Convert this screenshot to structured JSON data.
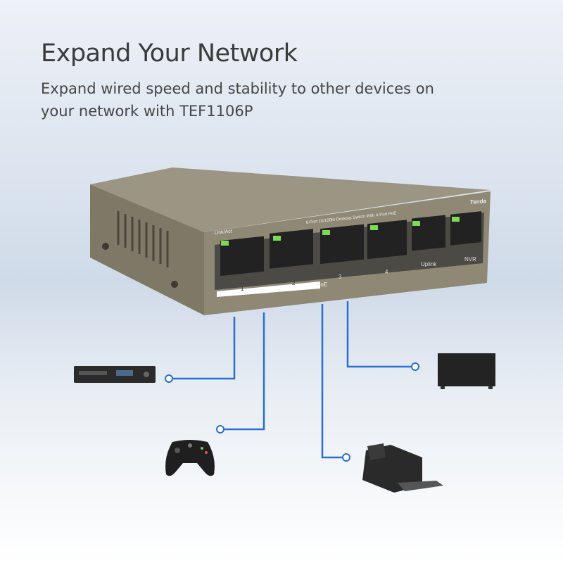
{
  "header": {
    "title": "Expand Your Network",
    "subtitle_line1": "Expand wired speed and stability to other devices on",
    "subtitle_line2": "your network with TEF1106P"
  },
  "switch": {
    "brand": "Tenda",
    "model_label": "6-Port 10/100M Desktop Switch With 4-Port PoE",
    "led_label": "Link/Act",
    "ports": [
      "1",
      "2",
      "3",
      "4",
      "Uplink",
      "NVR"
    ],
    "poe_label": "PoE"
  },
  "colors": {
    "line": "#2b6fd0",
    "led": "#7ed957",
    "body": "#8a8472"
  }
}
